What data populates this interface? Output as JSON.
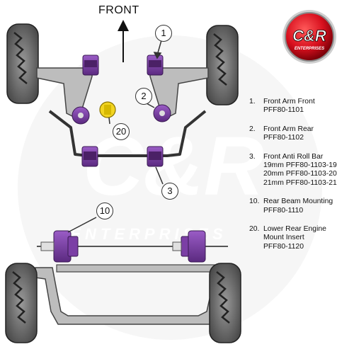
{
  "direction_label": "FRONT",
  "logo": {
    "brand": "C&R",
    "tagline": "ENTERPRISES"
  },
  "watermark": {
    "brand": "C&R",
    "tagline": "ENTERPRISES"
  },
  "colors": {
    "bush_purple": "#7b3fa5",
    "bush_purple_dark": "#4b2166",
    "bush_yellow": "#f2d421",
    "tyre_grey": "#8c8c8c",
    "tyre_dark": "#3a3a3a",
    "arm_grey": "#bdbdbd",
    "logo_red": "#d8101e"
  },
  "callouts": [
    {
      "id": "callout-1",
      "number": "1"
    },
    {
      "id": "callout-2",
      "number": "2"
    },
    {
      "id": "callout-3",
      "number": "3"
    },
    {
      "id": "callout-10",
      "number": "10"
    },
    {
      "id": "callout-20",
      "number": "20"
    }
  ],
  "parts": [
    {
      "number": "1.",
      "lines": [
        "Front Arm Front",
        "PFF80-1101"
      ]
    },
    {
      "number": "2.",
      "lines": [
        "Front Arm Rear",
        "PFF80-1102"
      ]
    },
    {
      "number": "3.",
      "lines": [
        "Front Anti Roll Bar",
        "19mm PFF80-1103-19",
        "20mm PFF80-1103-20",
        "21mm PFF80-1103-21"
      ]
    },
    {
      "number": "10.",
      "lines": [
        "Rear Beam Mounting",
        "PFF80-1110"
      ]
    },
    {
      "number": "20.",
      "lines": [
        "Lower Rear Engine",
        "Mount Insert",
        "PFF80-1120"
      ]
    }
  ]
}
